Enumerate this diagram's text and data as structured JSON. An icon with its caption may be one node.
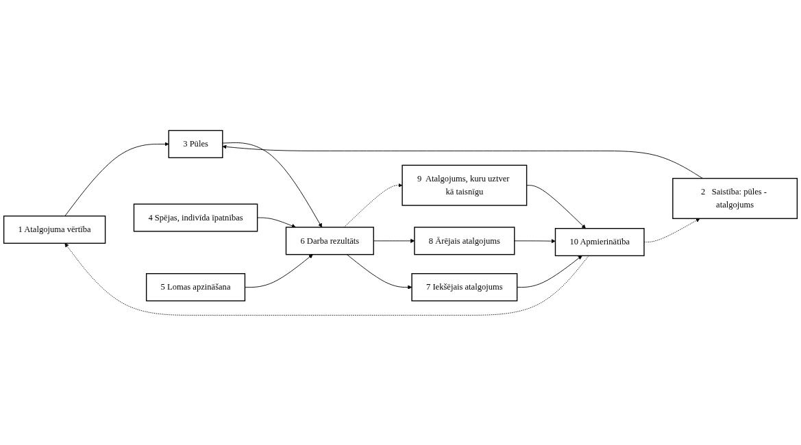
{
  "diagram": {
    "nodes": [
      {
        "text": [
          "1  Atalgojuma vērtība"
        ]
      },
      {
        "text": [
          "2   Saistība: pūles - atalgojums"
        ]
      },
      {
        "text": [
          "3   Pūles"
        ]
      },
      {
        "text": [
          "4  Spējas, indivīda īpatnības"
        ]
      },
      {
        "text": [
          "5 Lomas apzināšana"
        ]
      },
      {
        "text": [
          "6   Darba rezultāts"
        ]
      },
      {
        "text": [
          "7  Iekšējais atalgojums"
        ]
      },
      {
        "text": [
          "8   Ārējais atalgojums"
        ]
      },
      {
        "text": [
          "9  Atalgojums, kuru uztver kā taisnīgu"
        ]
      },
      {
        "text": [
          "10  Apmierinātība"
        ]
      }
    ],
    "edges": [
      {
        "from": 0,
        "to": 2,
        "arrow": "to"
      },
      {
        "from": 1,
        "to": 2,
        "arrow": "to"
      },
      {
        "from": 2,
        "to": 5,
        "arrow": "to"
      },
      {
        "from": 3,
        "to": 5,
        "arrow": "to"
      },
      {
        "from": 4,
        "to": 5,
        "arrow": "to"
      },
      {
        "from": 5,
        "to": 8,
        "arrow": "to",
        "style": "dashed"
      },
      {
        "from": 5,
        "to": 7,
        "arrow": "to"
      },
      {
        "from": 5,
        "to": 6,
        "arrow": "to"
      },
      {
        "from": 8,
        "to": 9,
        "arrow": "to"
      },
      {
        "from": 7,
        "to": 9,
        "arrow": "to"
      },
      {
        "from": 6,
        "to": 9,
        "arrow": "to"
      },
      {
        "from": 9,
        "to": 0,
        "arrow": "to",
        "style": "dashed"
      },
      {
        "from": 9,
        "to": 1,
        "arrow": "to",
        "style": "dashed"
      }
    ]
  }
}
